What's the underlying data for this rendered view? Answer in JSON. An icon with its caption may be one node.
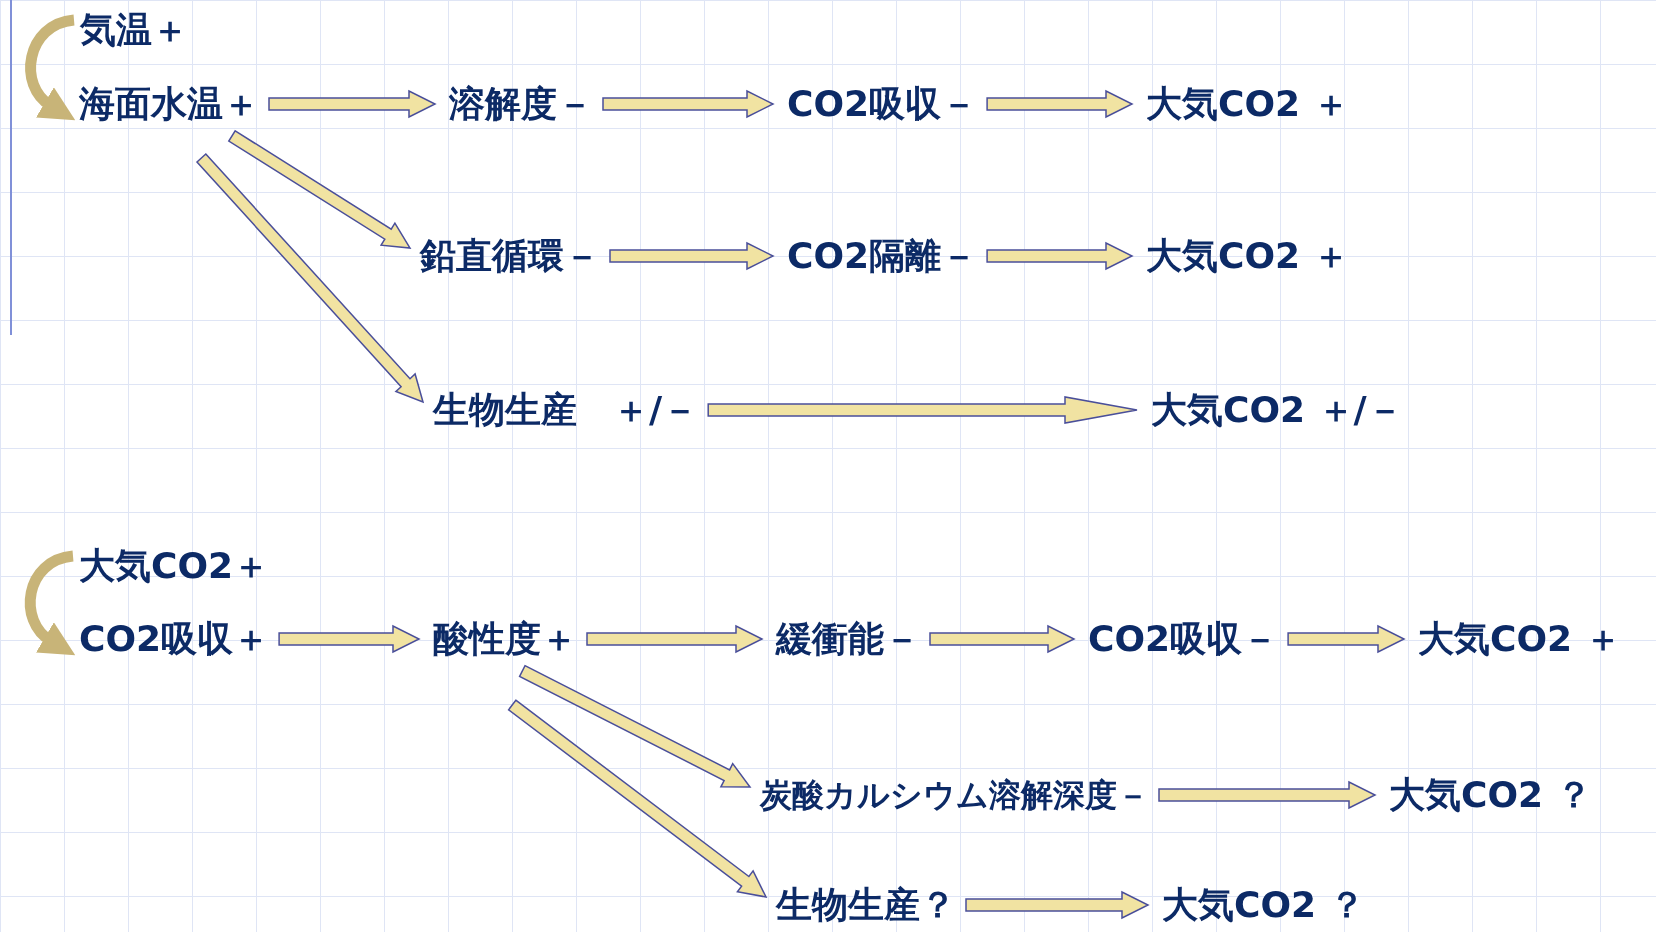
{
  "diagram": {
    "nodes": [
      {
        "text": [
          "気温＋"
        ]
      },
      {
        "text": [
          "海面水温＋"
        ]
      },
      {
        "text": [
          "溶解度－"
        ]
      },
      {
        "text": [
          "CO2吸収－"
        ]
      },
      {
        "text": [
          "大気CO2 ＋"
        ]
      },
      {
        "text": [
          "鉛直循環－"
        ]
      },
      {
        "text": [
          "CO2隔離－"
        ]
      },
      {
        "text": [
          "大気CO2 ＋"
        ]
      },
      {
        "text": [
          "生物生産　＋/－"
        ]
      },
      {
        "text": [
          "大気CO2 ＋/－"
        ]
      },
      {
        "text": [
          "大気CO2＋"
        ]
      },
      {
        "text": [
          "CO2吸収＋"
        ]
      },
      {
        "text": [
          "酸性度＋"
        ]
      },
      {
        "text": [
          "緩衝能－"
        ]
      },
      {
        "text": [
          "CO2吸収－"
        ]
      },
      {
        "text": [
          "大気CO2 ＋"
        ]
      },
      {
        "text": [
          "炭酸カルシウム溶解深度－"
        ]
      },
      {
        "text": [
          "大気CO2 ？"
        ]
      },
      {
        "text": [
          "生物生産？"
        ]
      },
      {
        "text": [
          "大気CO2 ？"
        ]
      }
    ],
    "edges": [
      {
        "from": 0,
        "to": 1,
        "arrow": "to",
        "color": "#c8b478"
      },
      {
        "from": 1,
        "to": 2,
        "arrow": "to"
      },
      {
        "from": 2,
        "to": 3,
        "arrow": "to"
      },
      {
        "from": 3,
        "to": 4,
        "arrow": "to"
      },
      {
        "from": 1,
        "to": 5,
        "arrow": "to"
      },
      {
        "from": 1,
        "to": 8,
        "arrow": "to"
      },
      {
        "from": 5,
        "to": 6,
        "arrow": "to"
      },
      {
        "from": 6,
        "to": 7,
        "arrow": "to"
      },
      {
        "from": 8,
        "to": 9,
        "arrow": "to"
      },
      {
        "from": 10,
        "to": 11,
        "arrow": "to",
        "color": "#c8b478"
      },
      {
        "from": 11,
        "to": 12,
        "arrow": "to"
      },
      {
        "from": 12,
        "to": 13,
        "arrow": "to"
      },
      {
        "from": 13,
        "to": 14,
        "arrow": "to"
      },
      {
        "from": 14,
        "to": 15,
        "arrow": "to"
      },
      {
        "from": 12,
        "to": 16,
        "arrow": "to"
      },
      {
        "from": 12,
        "to": 18,
        "arrow": "to"
      },
      {
        "from": 16,
        "to": 17,
        "arrow": "to"
      },
      {
        "from": 18,
        "to": 19,
        "arrow": "to"
      }
    ]
  }
}
